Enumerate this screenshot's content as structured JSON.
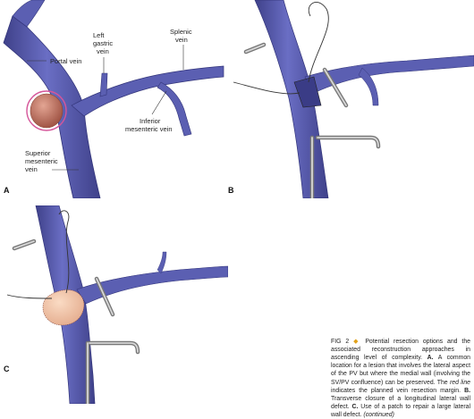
{
  "panels": {
    "a": {
      "label": "A",
      "annotations": {
        "portal_vein": "Portal vein",
        "left_gastric_1": "Left",
        "left_gastric_2": "gastric",
        "left_gastric_3": "vein",
        "splenic_1": "Splenic",
        "splenic_2": "vein",
        "ims_1": "Inferior",
        "ims_2": "mesenteric vein",
        "smv_1": "Superior",
        "smv_2": "mesenteric",
        "smv_3": "vein"
      }
    },
    "b": {
      "label": "B"
    },
    "c": {
      "label": "C"
    }
  },
  "caption": {
    "fig_label": "FIG 2",
    "bullet": "◆",
    "intro": "Potential resection options and the associated reconstruction approaches in ascending level of complexity.",
    "a_label": "A.",
    "a_text": "A common location for a lesion that involves the lateral aspect of the PV but where the medial wall (involving the SV/PV confluence) can be preserved. The",
    "red_line": "red line",
    "red_line_text": "indicates the planned vein resection margin.",
    "b_label": "B.",
    "b_text": "Transverse closure of a longitudinal lateral wall defect.",
    "c_label": "C.",
    "c_text": "Use of a patch to repair a large lateral wall defect.",
    "continued": "(continued)"
  },
  "colors": {
    "vein": "#5b5fb2",
    "vein_dark": "#3f418a",
    "tumor": "#c27a68",
    "tumor_ring": "#d5569a",
    "patch": "#f0c4a8",
    "accent": "#e2a21a"
  }
}
